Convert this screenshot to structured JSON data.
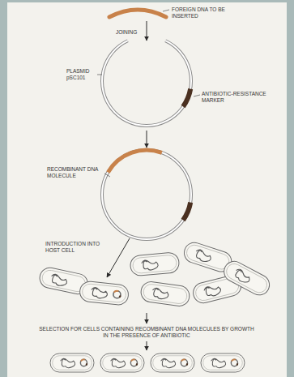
{
  "diagram": {
    "labels": [
      "FOREIGN DNA TO BE INSERTED",
      "JOINING",
      "PLASMID pSC101",
      "ANTIBIOTIC-RESISTANCE MARKER",
      "RECOMBINANT DNA MOLECULE",
      "INTRODUCTION INTO HOST CELL",
      "SELECTION FOR CELLS CONTAINING RECOMBINANT DNA MOLECULES BY GROWTH IN THE PRESENCE OF ANTIBIOTIC"
    ]
  }
}
